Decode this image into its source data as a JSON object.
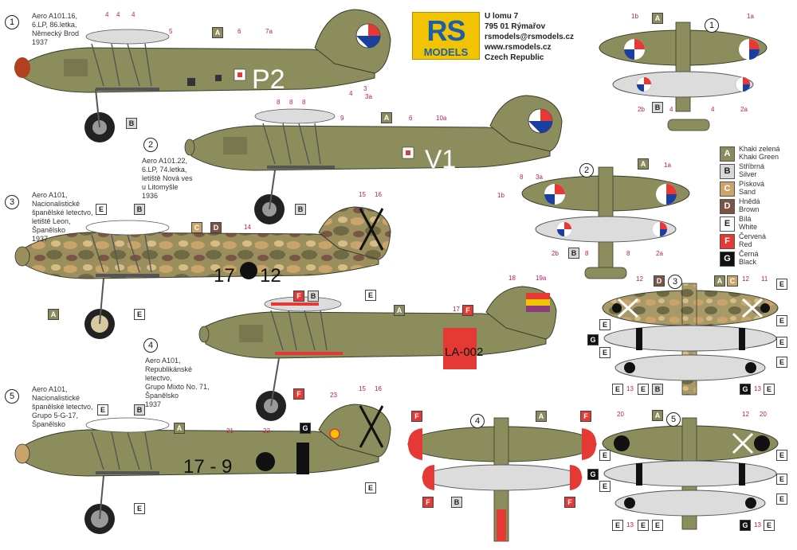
{
  "logo": {
    "rs": "RS",
    "models": "MODELS",
    "colors": {
      "bg": "#f2c300",
      "text": "#1b5fa8"
    }
  },
  "address": [
    "U lomu 7",
    "795 01 Rýmařov",
    "rsmodels@rsmodels.cz",
    "www.rsmodels.cz",
    "Czech Republic"
  ],
  "schemes": [
    {
      "num": "1",
      "caption": [
        "Aero A101.16,",
        "6.LP, 86.letka,",
        "Německý Brod",
        "1937"
      ],
      "code": "P2"
    },
    {
      "num": "2",
      "caption": [
        "Aero A101.22,",
        "6.LP, 74.letka,",
        "letiště Nová ves",
        "u Litomyšle",
        "1936"
      ],
      "code": "V1"
    },
    {
      "num": "3",
      "caption": [
        "Aero A101,",
        "Nacionalistické",
        "španělské letectvo,",
        "letiště Leon,",
        "Španělsko",
        "1937"
      ],
      "code_left": "17",
      "code_right": "12"
    },
    {
      "num": "4",
      "caption": [
        "Aero A101,",
        "Republikánské",
        "letectvo,",
        "Grupo Mixto No. 71,",
        "Španělsko",
        "1937"
      ],
      "code": "LA-002"
    },
    {
      "num": "5",
      "caption": [
        "Aero A101,",
        "Nacionalistické",
        "španělské letectvo,",
        "Grupo 5-G-17,",
        "Španělsko",
        "1937"
      ],
      "code": "17 - 9"
    }
  ],
  "legend": [
    {
      "key": "A",
      "cz": "Khaki zelená",
      "en": "Khaki Green",
      "color": "#8a8a5c",
      "text_color": "#ffffff"
    },
    {
      "key": "B",
      "cz": "Stříbrná",
      "en": "Silver",
      "color": "#d8d8d8",
      "text_color": "#222222"
    },
    {
      "key": "C",
      "cz": "Písková",
      "en": "Sand",
      "color": "#c9a46b",
      "text_color": "#ffffff"
    },
    {
      "key": "D",
      "cz": "Hnědá",
      "en": "Brown",
      "color": "#7a5545",
      "text_color": "#ffffff"
    },
    {
      "key": "E",
      "cz": "Bílá",
      "en": "White",
      "color": "#ffffff",
      "text_color": "#222222"
    },
    {
      "key": "F",
      "cz": "Červená",
      "en": "Red",
      "color": "#e53935",
      "text_color": "#ffffff"
    },
    {
      "key": "G",
      "cz": "Černá",
      "en": "Black",
      "color": "#111111",
      "text_color": "#ffffff"
    }
  ],
  "colors": {
    "khaki": "#8c8d5d",
    "khaki_dark": "#6f7048",
    "silver": "#dcdcdc",
    "red": "#e53935",
    "black": "#111111",
    "callout": "#c2185b"
  },
  "callouts": {
    "c1": [
      "4",
      "4",
      "4",
      "5",
      "6",
      "7a",
      "4",
      "3",
      "3a"
    ],
    "c2": [
      "8",
      "8",
      "8",
      "9",
      "6",
      "10a",
      "8",
      "3a"
    ],
    "c3": [
      "15",
      "16",
      "14"
    ],
    "c4": [
      "18",
      "19a",
      "17"
    ],
    "c5": [
      "15",
      "16",
      "23",
      "21",
      "22"
    ],
    "top1": [
      "1b",
      "1a",
      "2b",
      "2a",
      "4",
      "4"
    ],
    "top2": [
      "1a",
      "1b",
      "2b",
      "2a",
      "8",
      "8"
    ],
    "top3": [
      "12",
      "12",
      "11",
      "13",
      "13"
    ],
    "top5": [
      "20",
      "12",
      "20",
      "13",
      "13"
    ]
  }
}
